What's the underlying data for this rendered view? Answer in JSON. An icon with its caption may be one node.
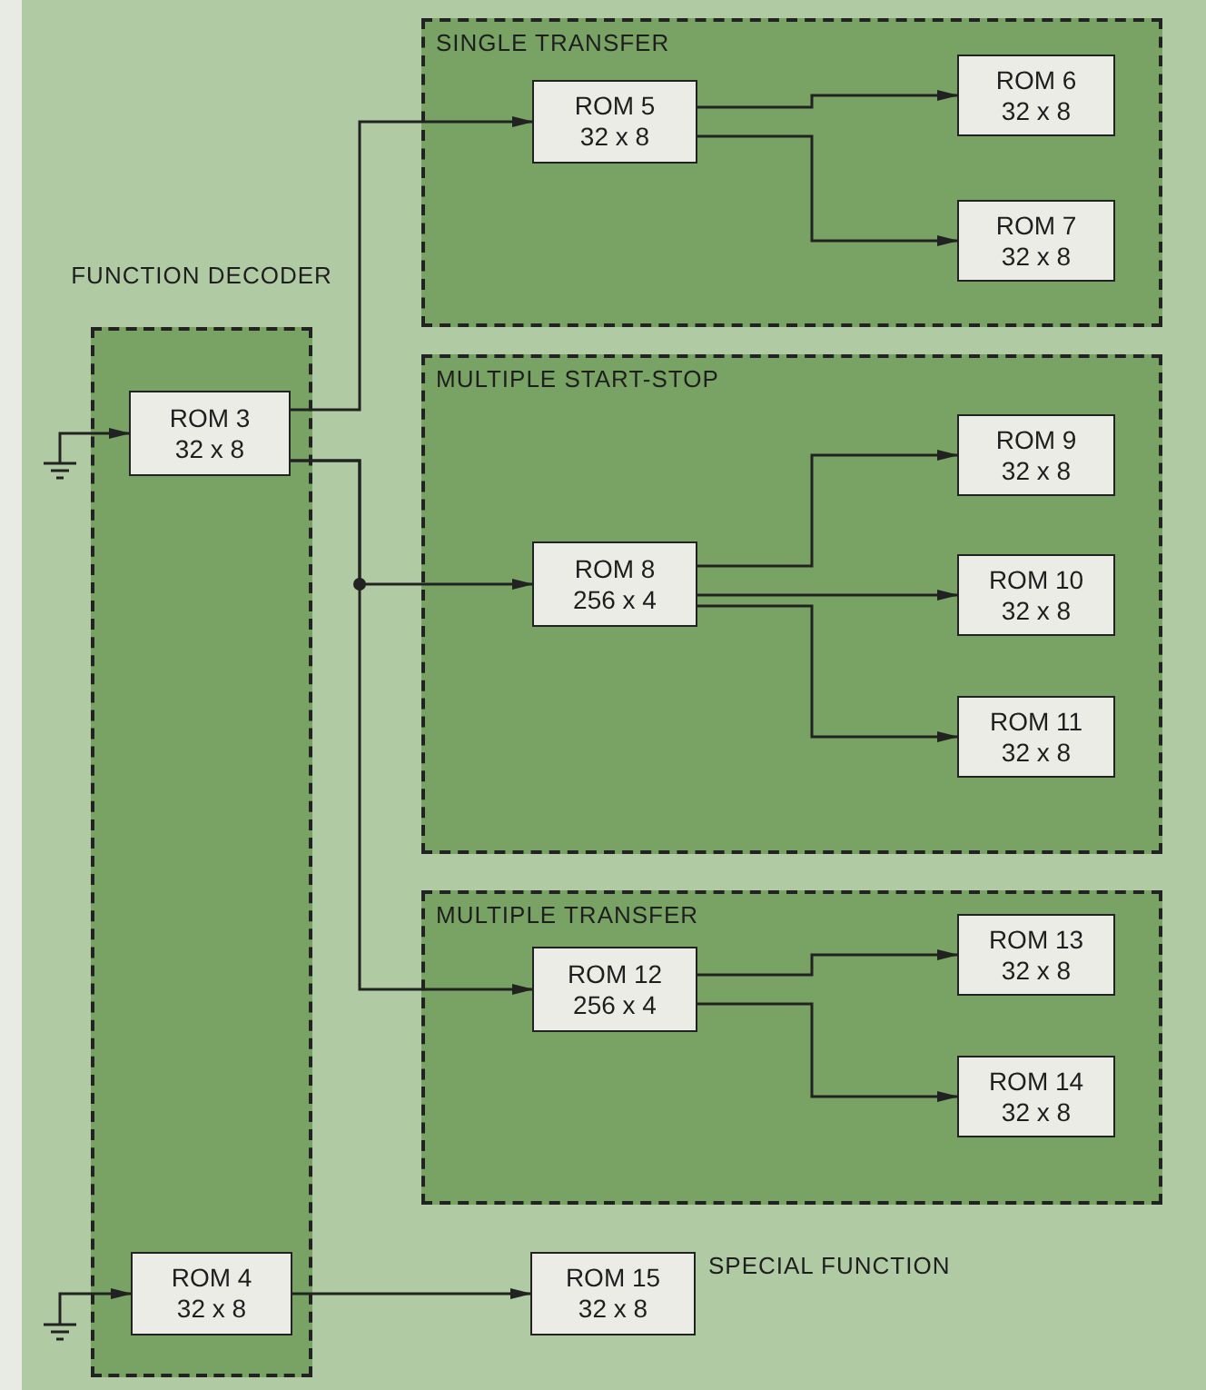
{
  "diagram": {
    "nodes": [
      {
        "text": [
          "FUNCTION DECODER"
        ]
      },
      {
        "text": [
          "ROM 3",
          "32 x 8"
        ],
        "in": 0
      },
      {
        "text": [
          "ROM 4",
          "32 x 8"
        ],
        "in": 0
      },
      {
        "text": [
          "SINGLE TRANSFER"
        ]
      },
      {
        "text": [
          "ROM 5",
          "32 x 8"
        ],
        "in": 3
      },
      {
        "text": [
          "ROM 6",
          "32 x 8"
        ],
        "in": 3
      },
      {
        "text": [
          "ROM 7",
          "32 x 8"
        ],
        "in": 3
      },
      {
        "text": [
          "MULTIPLE START-STOP"
        ]
      },
      {
        "text": [
          "ROM 8",
          "256 x 4"
        ],
        "in": 7
      },
      {
        "text": [
          "ROM 9",
          "32 x 8"
        ],
        "in": 7
      },
      {
        "text": [
          "ROM 10",
          "32 x 8"
        ],
        "in": 7
      },
      {
        "text": [
          "ROM 11",
          "32 x 8"
        ],
        "in": 7
      },
      {
        "text": [
          "MULTIPLE TRANSFER"
        ]
      },
      {
        "text": [
          "ROM 12",
          "256 x 4"
        ],
        "in": 12
      },
      {
        "text": [
          "ROM 13",
          "32 x 8"
        ],
        "in": 12
      },
      {
        "text": [
          "ROM 14",
          "32 x 8"
        ],
        "in": 12
      },
      {
        "text": [
          "ROM 15",
          "32 x 8"
        ],
        "beside": [
          "SPECIAL FUNCTION"
        ]
      },
      {
        "text": [],
        "shape": "ground"
      },
      {
        "text": [],
        "shape": "ground"
      }
    ],
    "edges": [
      {
        "from": 1,
        "to": 4,
        "arrow": "to"
      },
      {
        "from": 1,
        "to": 8,
        "arrow": "to"
      },
      {
        "from": 1,
        "to": 13,
        "arrow": "to"
      },
      {
        "from": 4,
        "to": 5,
        "arrow": "to"
      },
      {
        "from": 4,
        "to": 6,
        "arrow": "to"
      },
      {
        "from": 8,
        "to": 9,
        "arrow": "to"
      },
      {
        "from": 8,
        "to": 10,
        "arrow": "to"
      },
      {
        "from": 8,
        "to": 11,
        "arrow": "to"
      },
      {
        "from": 13,
        "to": 14,
        "arrow": "to"
      },
      {
        "from": 13,
        "to": 15,
        "arrow": "to"
      },
      {
        "from": 2,
        "to": 16,
        "arrow": "to"
      },
      {
        "from": 17,
        "to": 1,
        "arrow": "to"
      },
      {
        "from": 18,
        "to": 2,
        "arrow": "to"
      }
    ]
  }
}
